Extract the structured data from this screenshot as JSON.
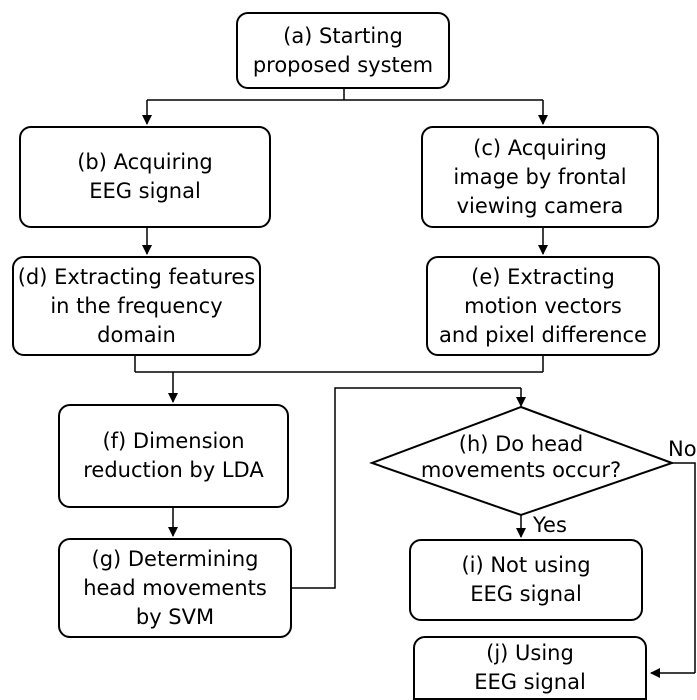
{
  "nodes": {
    "a": {
      "text": "(a) Starting\nproposed system"
    },
    "b": {
      "text": "(b) Acquiring\nEEG signal"
    },
    "c": {
      "text": "(c) Acquiring\nimage by frontal\nviewing camera"
    },
    "d": {
      "text": "(d) Extracting features\nin the frequency\ndomain"
    },
    "e": {
      "text": "(e) Extracting\nmotion vectors\nand pixel difference"
    },
    "f": {
      "text": "(f) Dimension\nreduction by LDA"
    },
    "g": {
      "text": "(g) Determining\nhead movements\nby SVM"
    },
    "h": {
      "text": "(h) Do head\nmovements occur?"
    },
    "i": {
      "text": "(i) Not using\nEEG signal"
    },
    "j": {
      "text": "(j) Using\nEEG signal"
    }
  },
  "edges": {
    "yes": "Yes",
    "no": "No"
  }
}
